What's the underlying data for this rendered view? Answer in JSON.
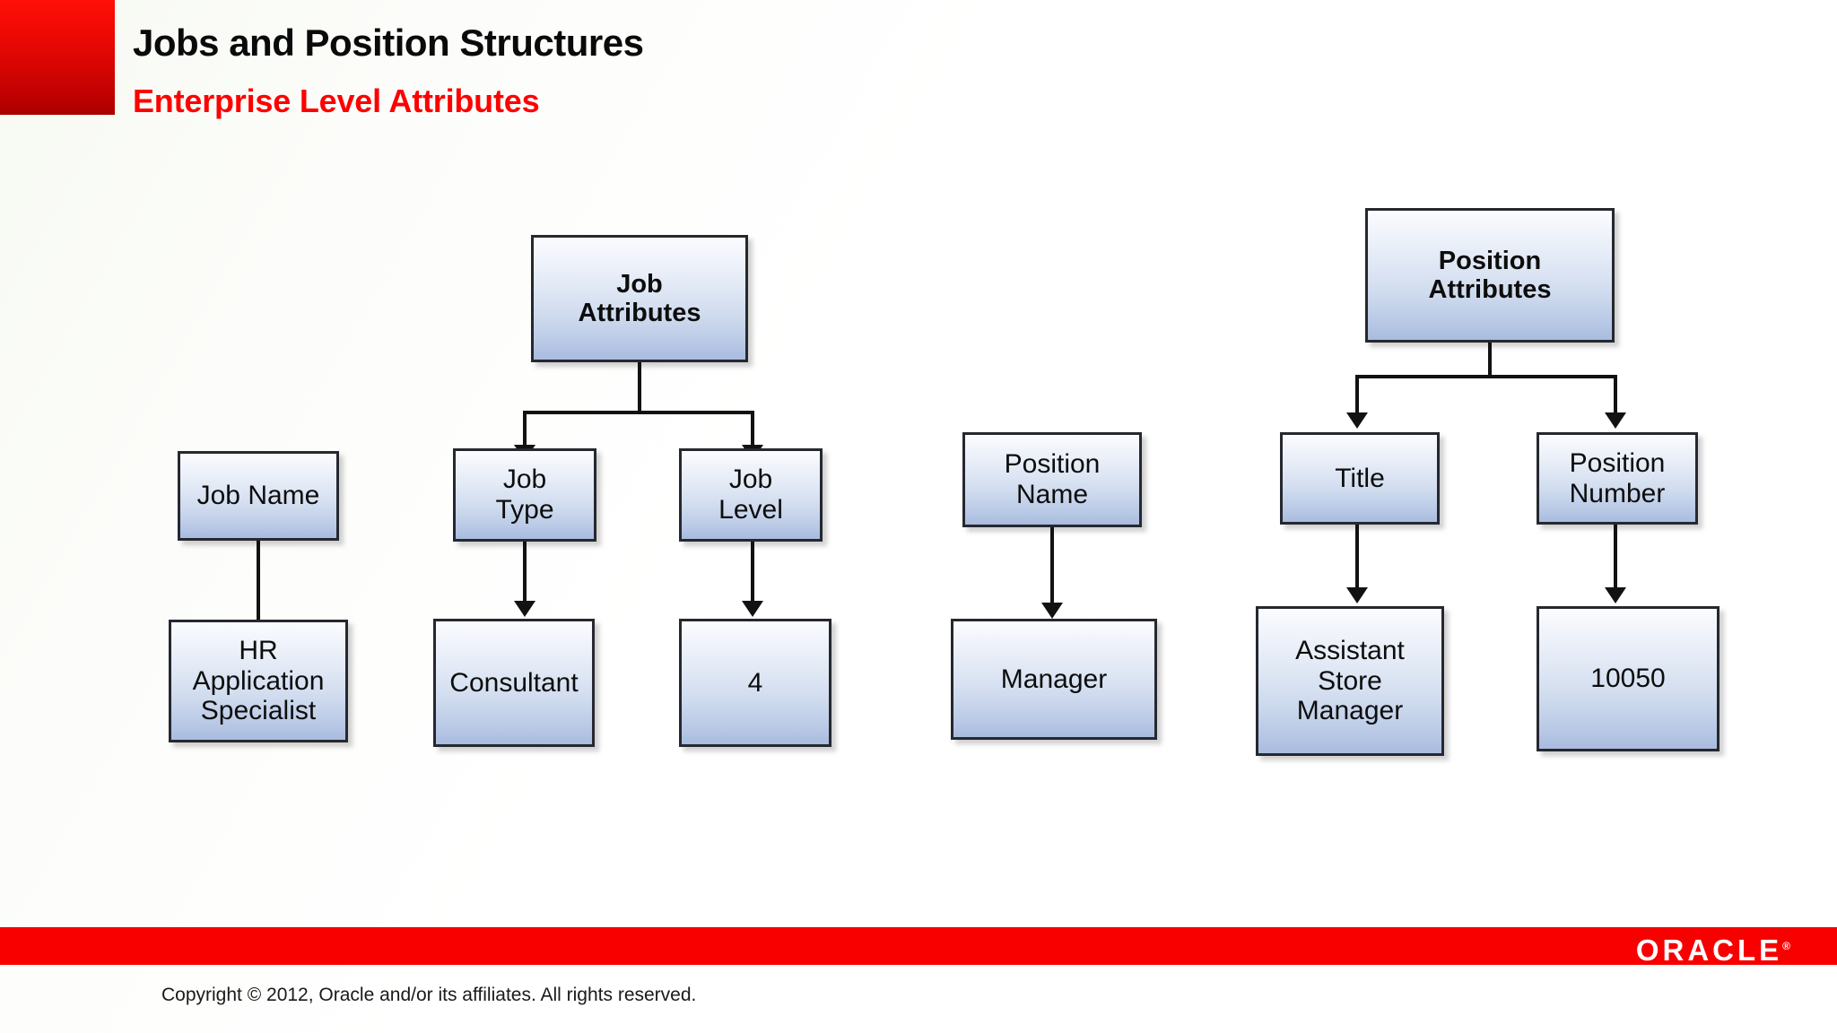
{
  "slide": {
    "title": "Jobs and Position Structures",
    "subtitle": "Enterprise Level Attributes"
  },
  "diagram": {
    "job_branch": {
      "root": "Job\nAttributes",
      "root_line1": "Job",
      "root_line2": "Attributes",
      "job_name_label": "Job Name",
      "job_name_value_l1": "HR",
      "job_name_value_l2": "Application",
      "job_name_value_l3": "Specialist",
      "job_type_l1": "Job",
      "job_type_l2": "Type",
      "job_type_value": "Consultant",
      "job_level_l1": "Job",
      "job_level_l2": "Level",
      "job_level_value": "4"
    },
    "position_branch": {
      "root_line1": "Position",
      "root_line2": "Attributes",
      "position_name_l1": "Position",
      "position_name_l2": "Name",
      "position_name_value": "Manager",
      "title_label": "Title",
      "title_value_l1": "Assistant",
      "title_value_l2": "Store",
      "title_value_l3": "Manager",
      "position_number_l1": "Position",
      "position_number_l2": "Number",
      "position_number_value": "10050"
    }
  },
  "footer": {
    "brand": "ORACLE",
    "trademark": "®",
    "copyright": "Copyright © 2012, Oracle and/or its affiliates. All rights reserved."
  },
  "colors": {
    "accent_red": "#FF0000",
    "bar_red": "#F80000",
    "node_border": "#25282F",
    "node_top": "#FBFCFE",
    "node_bottom": "#A9BCDF",
    "title_black": "#0A0A0A"
  }
}
